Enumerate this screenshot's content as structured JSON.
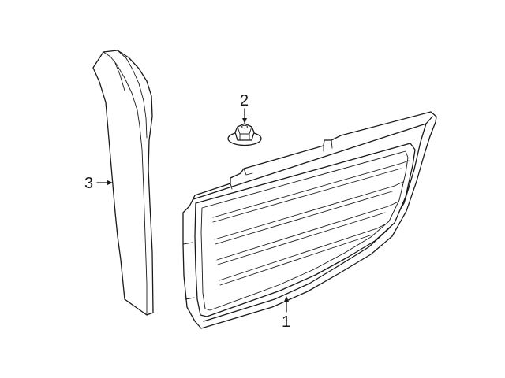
{
  "diagram": {
    "parts": [
      {
        "id": "1",
        "callout": "1"
      },
      {
        "id": "2",
        "callout": "2"
      },
      {
        "id": "3",
        "callout": "3"
      }
    ]
  }
}
